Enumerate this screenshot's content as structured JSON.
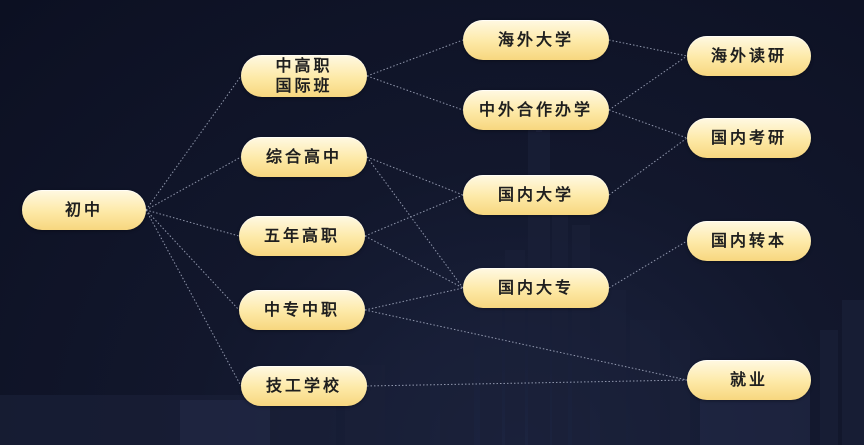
{
  "nodes": {
    "chuzhong": "初中",
    "zhonggaozhi_guojiban": "中高职\n国际班",
    "zonghe_gaozhong": "综合高中",
    "wunian_gaozhi": "五年高职",
    "zhongzhuan_zhongzhi": "中专中职",
    "jigong_xuexiao": "技工学校",
    "haiwai_daxue": "海外大学",
    "zhongwai_hezuo": "中外合作办学",
    "guonei_daxue": "国内大学",
    "guonei_dazhuan": "国内大专",
    "haiwai_duyan": "海外读研",
    "guonei_kaoyan": "国内考研",
    "guonei_zhuanben": "国内转本",
    "jiuye": "就业"
  },
  "edges": [
    [
      "chuzhong",
      "zhonggaozhi_guojiban"
    ],
    [
      "chuzhong",
      "zonghe_gaozhong"
    ],
    [
      "chuzhong",
      "wunian_gaozhi"
    ],
    [
      "chuzhong",
      "zhongzhuan_zhongzhi"
    ],
    [
      "chuzhong",
      "jigong_xuexiao"
    ],
    [
      "zhonggaozhi_guojiban",
      "haiwai_daxue"
    ],
    [
      "zhonggaozhi_guojiban",
      "zhongwai_hezuo"
    ],
    [
      "zonghe_gaozhong",
      "guonei_daxue"
    ],
    [
      "zonghe_gaozhong",
      "guonei_dazhuan"
    ],
    [
      "wunian_gaozhi",
      "guonei_daxue"
    ],
    [
      "wunian_gaozhi",
      "guonei_dazhuan"
    ],
    [
      "zhongzhuan_zhongzhi",
      "guonei_dazhuan"
    ],
    [
      "zhongzhuan_zhongzhi",
      "jiuye"
    ],
    [
      "jigong_xuexiao",
      "jiuye"
    ],
    [
      "haiwai_daxue",
      "haiwai_duyan"
    ],
    [
      "zhongwai_hezuo",
      "haiwai_duyan"
    ],
    [
      "zhongwai_hezuo",
      "guonei_kaoyan"
    ],
    [
      "guonei_daxue",
      "guonei_kaoyan"
    ],
    [
      "guonei_dazhuan",
      "guonei_zhuanben"
    ]
  ],
  "colors": {
    "background": "#12172c",
    "node_fill": "#fde9a6",
    "edge": "#b9c0d6",
    "text": "#1f1f1f"
  }
}
